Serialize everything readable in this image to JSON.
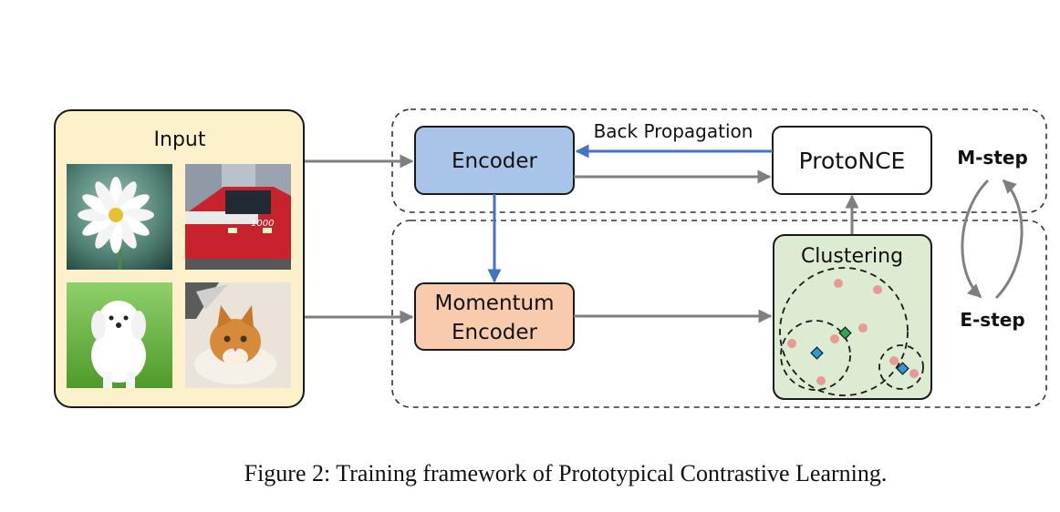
{
  "input": {
    "title": "Input"
  },
  "images": {
    "flower": "flower-image",
    "train": "train-image",
    "dog": "dog-image",
    "cat": "cat-image"
  },
  "encoder": {
    "label": "Encoder"
  },
  "momentum_encoder": {
    "line1": "Momentum",
    "line2": "Encoder"
  },
  "protonce": {
    "label": "ProtoNCE"
  },
  "back_propagation": {
    "label": "Back Propagation"
  },
  "clustering": {
    "title": "Clustering"
  },
  "em": {
    "m_step": "M-step",
    "e_step": "E-step"
  },
  "caption": {
    "figure": "Figure 2:",
    "text": "Training framework of Prototypical Contrastive Learning."
  },
  "colors": {
    "input_fill": "#FDF1CC",
    "encoder_fill": "#A9C4E9",
    "momentum_fill": "#F8CBAD",
    "clustering_fill": "#DDEBD2",
    "arrow_gray": "#808080",
    "arrow_blue": "#4472C4",
    "point_pink": "#E89A93",
    "prototype_green": "#2FA84F",
    "prototype_blue": "#2E9BD6"
  }
}
